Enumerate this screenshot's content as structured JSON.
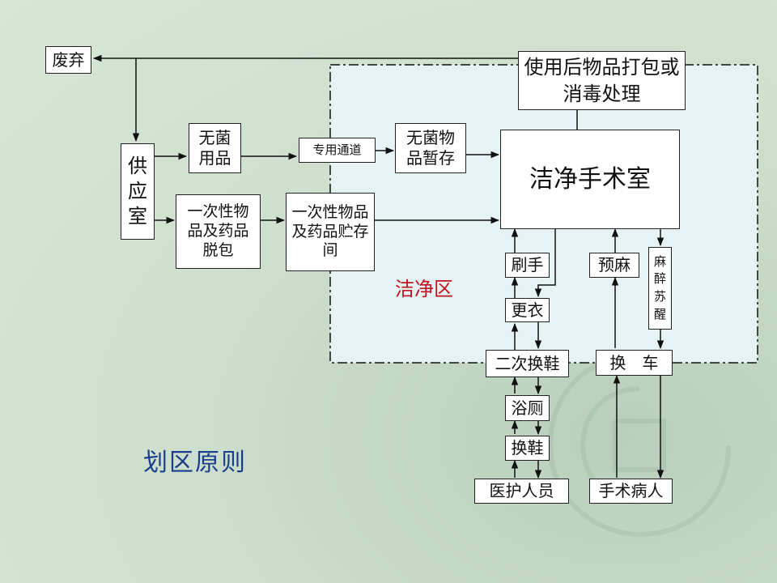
{
  "boxes": {
    "discard": "废弃",
    "supply": "供应室",
    "sterile_items": "无菌用品",
    "dedicated_channel": "专用通道",
    "sterile_storage": "无菌物品暂存",
    "disposable_unpack": "一次性物品及药品脱包",
    "disposable_store": "一次性物品及药品贮存间",
    "used_items": "使用后物品打包或消毒处理",
    "clean_or": "洁净手术室",
    "scrub": "刷手",
    "change_clothes": "更衣",
    "second_shoe": "二次换鞋",
    "shower": "浴厕",
    "shoe_change": "换鞋",
    "staff": "医护人员",
    "pre_anesthesia": "预麻",
    "recovery": "麻醉苏醒",
    "cart_change": "换　车",
    "patient": "手术病人"
  },
  "zone_label": "洁净区",
  "title": "划区原则",
  "colors": {
    "zone_label": "#c0141e",
    "title": "#1a3e8c",
    "zone_fill": "#e6f3f4"
  }
}
